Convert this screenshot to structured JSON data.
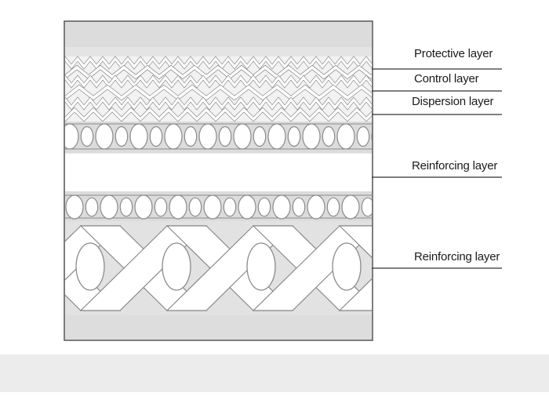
{
  "diagram": {
    "labels": {
      "protective": "Protective layer",
      "control": "Control layer",
      "dispersion": "Dispersion layer",
      "reinforcing_upper": "Reinforcing layer",
      "reinforcing_lower": "Reinforcing layer"
    },
    "colors": {
      "frame_border": "#555555",
      "fill_light": "#e6e6e6",
      "fill_mid": "#c9c9c9",
      "fiber_white": "#ffffff",
      "outline": "#8a8a8a",
      "leader_line": "#333333",
      "bottom_band": "#ececec"
    }
  }
}
